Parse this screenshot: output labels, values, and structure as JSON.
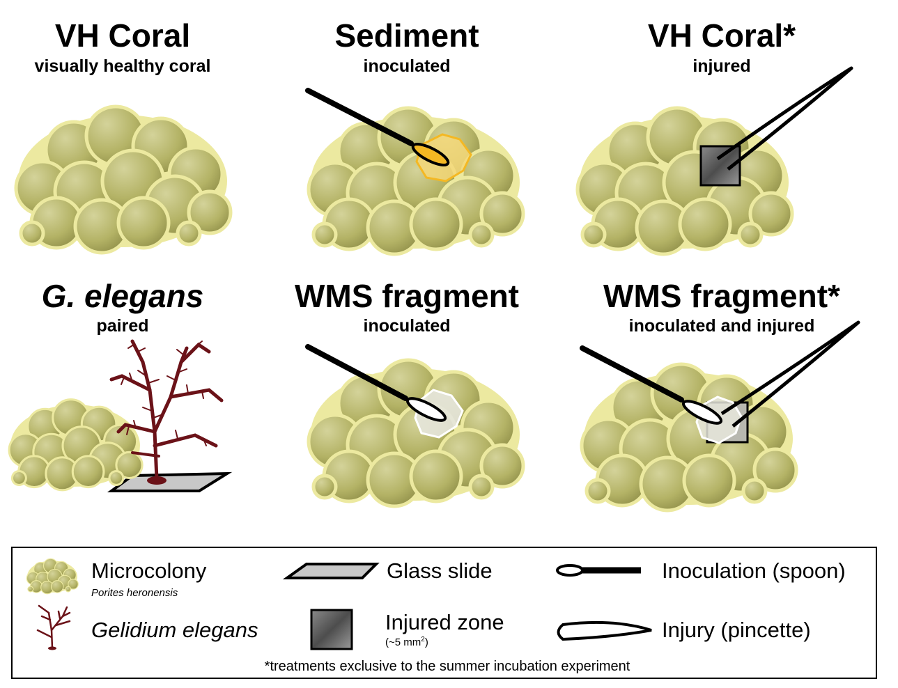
{
  "panels": [
    {
      "title": "VH Coral",
      "subtitle": "visually healthy coral"
    },
    {
      "title": "Sediment",
      "subtitle": "inoculated"
    },
    {
      "title": "VH Coral*",
      "subtitle": "injured"
    },
    {
      "title": "G. elegans",
      "subtitle": "paired"
    },
    {
      "title": "WMS fragment",
      "subtitle": "inoculated"
    },
    {
      "title": "WMS fragment*",
      "subtitle": "inoculated and injured"
    }
  ],
  "legend": {
    "microcolony": "Microcolony",
    "microcolony_species": "Porites heronensis",
    "gelidium": "Gelidium elegans",
    "glass_slide": "Glass slide",
    "injured_zone": "Injured zone",
    "injured_zone_size_prefix": "(~5 mm",
    "injured_zone_size_sup": "2",
    "injured_zone_size_suffix": ")",
    "inoculation": "Inoculation (spoon)",
    "injury": "Injury (pincette)",
    "footnote": "*treatments exclusive to the summer incubation experiment"
  },
  "colors": {
    "coral_light": "#ece9a0",
    "coral_dark": "#a9a85a",
    "algae": "#6b1218",
    "sediment": "#f4b823",
    "wms": "#e6e6dc",
    "slide": "#c8c8c8"
  }
}
